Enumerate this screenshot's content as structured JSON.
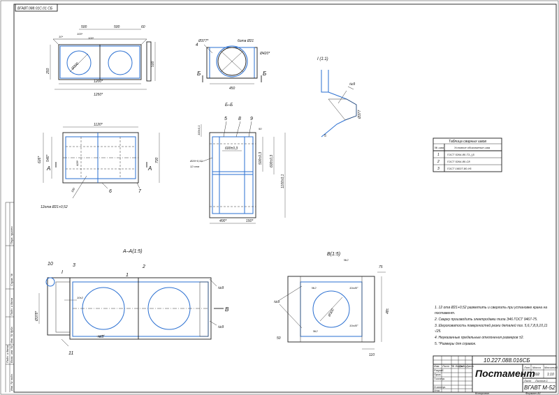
{
  "stamp_code_top": "ВГАВТ.088.01С.01 СБ",
  "views": {
    "top": {
      "dims": [
        "500",
        "500",
        "60",
        "10*",
        "100*",
        "100*",
        "Ø300",
        "1200*",
        "1250*",
        "250",
        "500"
      ]
    },
    "end": {
      "dims": [
        "Ø377*",
        "6отв Ø21",
        "Ø420*",
        "450"
      ],
      "labels": [
        "4",
        "Б",
        "Б"
      ]
    },
    "detail": {
      "title": "I (1:1)",
      "dims": [
        "Ø377",
        "№9",
        "5"
      ]
    },
    "plan": {
      "dims": [
        "1120*",
        "626*",
        "546*",
        "428*",
        "700",
        "100",
        "12отв Ø21+0,52"
      ],
      "labels": [
        "А",
        "А",
        "6",
        "7"
      ]
    },
    "section_bb": {
      "title": "Б–Б",
      "dims": [
        "100±0,1",
        "600±0,3",
        "500±0,3",
        "600±0,3",
        "1100±0,1",
        "Ø26+0,52",
        "12 отв",
        "400*",
        "150*",
        "50"
      ],
      "labels": [
        "5",
        "8",
        "9"
      ]
    },
    "section_aa": {
      "title": "А–А(1:5)",
      "dims": [
        "Ø378*",
        "10±2",
        "№9",
        "№9",
        "№9"
      ],
      "labels": [
        "10",
        "I",
        "3",
        "1",
        "2",
        "11",
        "В"
      ]
    },
    "view_v": {
      "title": "В(1:5)",
      "dims": [
        "№2",
        "№2",
        "№2",
        "№9",
        "10х45°",
        "10х45°",
        "Ø300",
        "48±",
        "75",
        "110",
        "50"
      ]
    }
  },
  "weld_table": {
    "title": "Таблица сварных швов",
    "headers": [
      "№ шва",
      "Условное обозначение шва"
    ],
    "rows": [
      [
        "1",
        "ГОСТ 5264-80-Т3-△5"
      ],
      [
        "2",
        "ГОСТ 5264-80-С8"
      ],
      [
        "3",
        "ГОСТ 16037-80-У6"
      ]
    ]
  },
  "notes": [
    "1. 12 отв Ø21+0,52 разметить и сверлить при установке крана на",
    "постамент.",
    "2. Сварку производить электродами типа Э46 ГОСТ 9467-75.",
    "3. Шероховатость поверхностей резки деталей поз. 5,6,7,8,9,10,11",
    "√25.",
    "4. Неуказанные предельные отклонения размеров ±2.",
    "5. *Размеры для справок."
  ],
  "title_block": {
    "code": "10.227.088.016СБ",
    "name": "Постамент",
    "org": "ВГАВТ М-52",
    "lit_header": "Лит.",
    "mass_header": "Масса",
    "scale_header": "Масштаб",
    "mass": "692",
    "scale": "1:10",
    "sheet": "Лист",
    "sheets": "Листов 1",
    "rows": [
      "Изм.",
      "Лист",
      "№ докум.",
      "Подп.",
      "Дата"
    ],
    "roles": [
      "Разраб.",
      "Пров.",
      "Т.контр.",
      "",
      "Н.контр.",
      "Утв."
    ],
    "copied": "Копировал",
    "format": "Формат  А1"
  },
  "side_strip": [
    "Перв. примен.",
    "Справ. №",
    "Подп. и дата",
    "Инв. № дубл.",
    "Взам. инв. №",
    "Подп. и дата",
    "Инв. № подл."
  ]
}
